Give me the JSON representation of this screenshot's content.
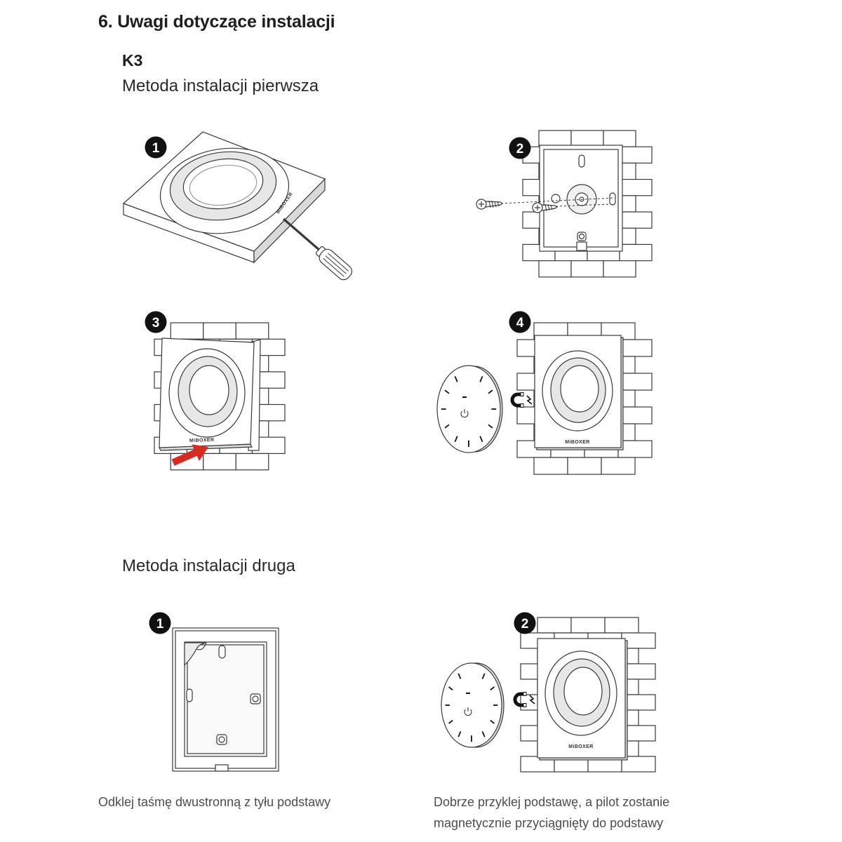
{
  "page": {
    "heading": "6. Uwagi dotyczące instalacji",
    "model": "K3"
  },
  "method1": {
    "title": "Metoda instalacji pierwsza",
    "steps": [
      "1",
      "2",
      "3",
      "4"
    ]
  },
  "method2": {
    "title": "Metoda instalacji druga",
    "steps": [
      "1",
      "2"
    ],
    "caption_left": "Odklej taśmę dwustronną z tyłu podstawy",
    "caption_right": [
      "Dobrze przyklej podstawę, a pilot zostanie",
      "magnetycznie przyciągnięty do podstawy"
    ]
  },
  "brand": "MiBOXER",
  "icons": [
    "screwdriver-icon",
    "screw-icon",
    "magnet-icon",
    "lightning-icon",
    "power-icon",
    "arrow-icon",
    "remote-dial-icon"
  ],
  "colors": {
    "text": "#1e1e1e",
    "caption": "#4d4d4d",
    "line": "#3a3a3a",
    "arrow": "#d62b20",
    "badge": "#111111"
  }
}
